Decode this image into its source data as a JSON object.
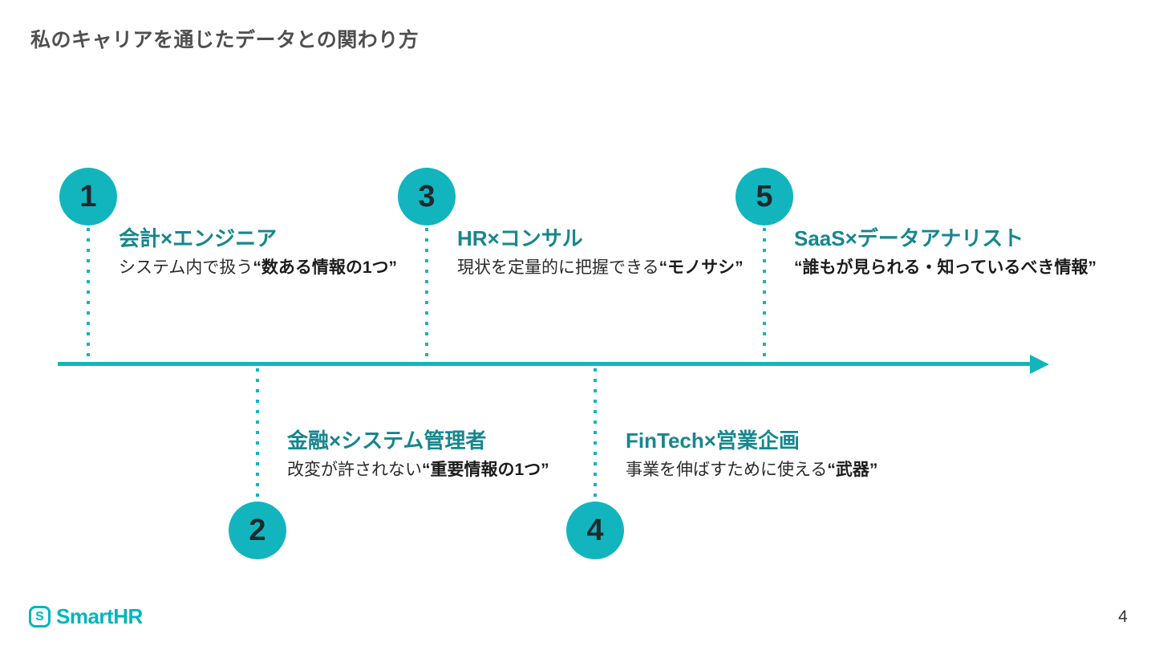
{
  "title": "私のキャリアを通じたデータとの関わり方",
  "colors": {
    "teal": "#12b5bd",
    "teal_dark": "#17868e",
    "title_gray": "#4f4f4f",
    "text_dark": "#2b2b2b",
    "logo_teal": "#00b5bc"
  },
  "timeline": {
    "direction": "left-to-right-arrow",
    "items": [
      {
        "number": "1",
        "position": "above",
        "heading": "会計×エンジニア",
        "desc_regular": "システム内で扱う",
        "desc_bold": "“数ある情報の1つ”"
      },
      {
        "number": "2",
        "position": "below",
        "heading": "金融×システム管理者",
        "desc_regular": "改変が許されない",
        "desc_bold": "“重要情報の1つ”"
      },
      {
        "number": "3",
        "position": "above",
        "heading": "HR×コンサル",
        "desc_regular": "現状を定量的に把握できる",
        "desc_bold": "“モノサシ”"
      },
      {
        "number": "4",
        "position": "below",
        "heading": "FinTech×営業企画",
        "desc_regular": "事業を伸ばすために使える",
        "desc_bold": "“武器”"
      },
      {
        "number": "5",
        "position": "above",
        "heading": "SaaS×データアナリスト",
        "desc_regular": "",
        "desc_bold": "“誰もが見られる・知っているべき情報”"
      }
    ]
  },
  "footer": {
    "badge_letter": "S",
    "logo_text": "SmartHR",
    "page_number": "4"
  }
}
